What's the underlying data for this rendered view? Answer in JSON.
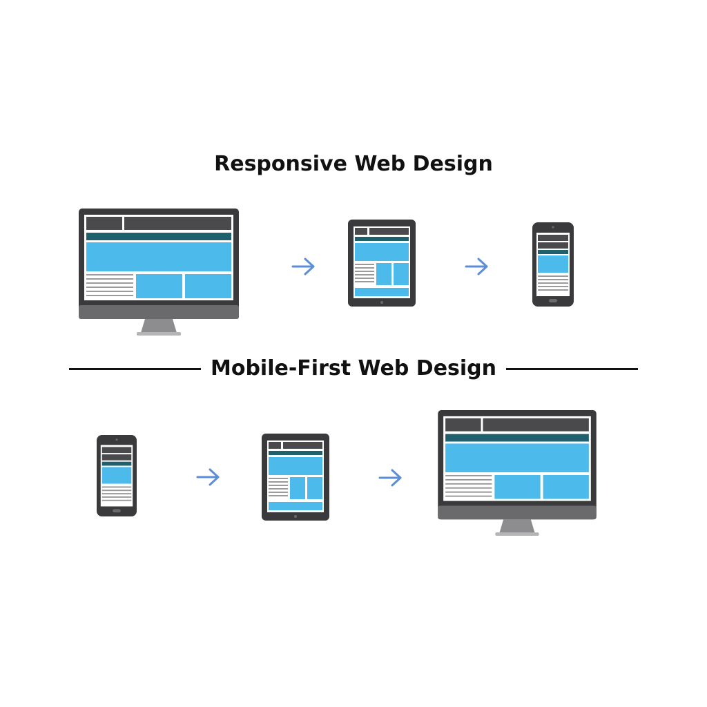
{
  "titles": {
    "top": "Responsive Web Design",
    "bottom": "Mobile-First Web Design"
  },
  "colors": {
    "device_frame": "#3a3a3c",
    "screen_bg": "#ffffff",
    "header_dark": "#4a4a4d",
    "nav_teal": "#1f5f6e",
    "content_blue": "#4cbbec",
    "text_lines": "#9a9a9a",
    "bezel_gray": "#6a6a6c",
    "stand_gray": "#8d8d8f",
    "arrow_blue": "#5b8ed6",
    "rule": "#111111"
  },
  "sequences": {
    "responsive": [
      "desktop",
      "tablet",
      "phone"
    ],
    "mobile_first": [
      "phone",
      "tablet",
      "desktop"
    ]
  },
  "icons": [
    "desktop-monitor-icon",
    "tablet-icon",
    "smartphone-icon",
    "right-arrow-icon"
  ]
}
